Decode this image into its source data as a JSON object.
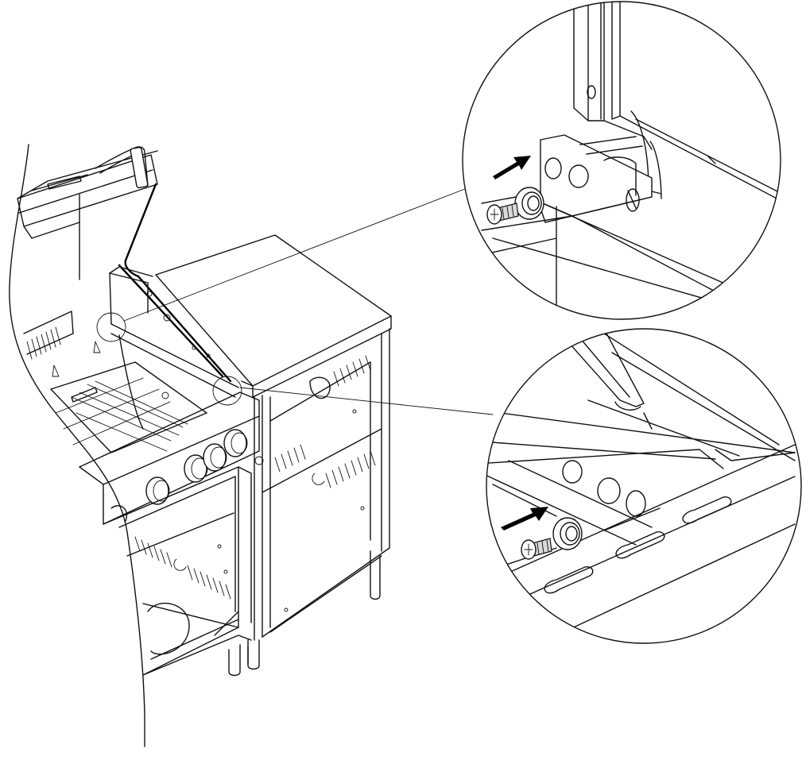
{
  "figure": {
    "stroke_color": "#111111",
    "background_color": "#ffffff",
    "icons": [
      "hinge-screw-icon",
      "washer-icon",
      "insert-arrow-icon",
      "control-knob-icon"
    ]
  },
  "callouts": [
    {
      "id": "top",
      "part": "hinge-bracket-left-side",
      "arrow": "insert-arrow-icon"
    },
    {
      "id": "bottom",
      "part": "hinge-bracket-right-side",
      "arrow": "insert-arrow-icon"
    }
  ]
}
